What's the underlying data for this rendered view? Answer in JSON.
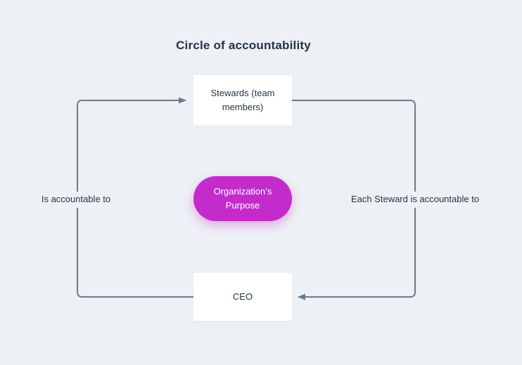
{
  "title": "Circle of accountability",
  "nodes": {
    "stewards": {
      "label": "Stewards (team members)"
    },
    "purpose": {
      "label": "Organization’s Purpose"
    },
    "ceo": {
      "label": "CEO"
    }
  },
  "edges": {
    "left_label": "Is accountable to",
    "right_label": "Each Steward is accountable to"
  },
  "colors": {
    "background": "#edf0f4",
    "accent": "#c32ccb",
    "line": "#6b7b8d",
    "text": "#243447"
  }
}
